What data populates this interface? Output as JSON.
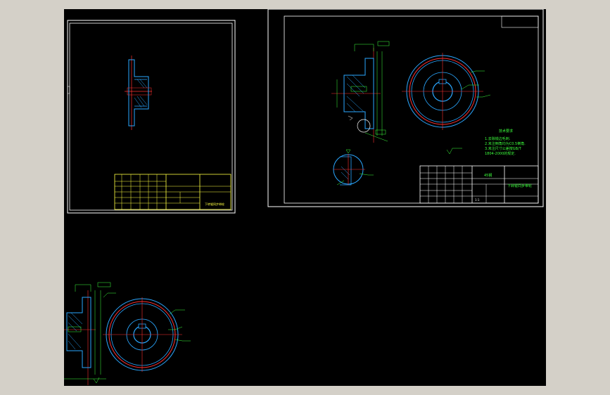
{
  "colors": {
    "background": "#000000",
    "outer": "#d4d0c8",
    "frame": "#ffffff",
    "outline": "#2aa7ff",
    "center": "#ff3030",
    "dimension": "#3cff3c",
    "title_block": "#ffff40"
  },
  "sheet_right": {
    "tech_title": "技术要求",
    "tech_notes": [
      "1.去除锐边毛刺.",
      "2.未注倒角均为C0.5倒角.",
      "3.未注尺寸公差按GB/T",
      "1804-2000的规定."
    ],
    "part_name": "下转辊同步带轮",
    "material": "45钢",
    "scale": "1:1"
  },
  "sheet_left": {
    "part_name": "下转辊同步带轮"
  }
}
